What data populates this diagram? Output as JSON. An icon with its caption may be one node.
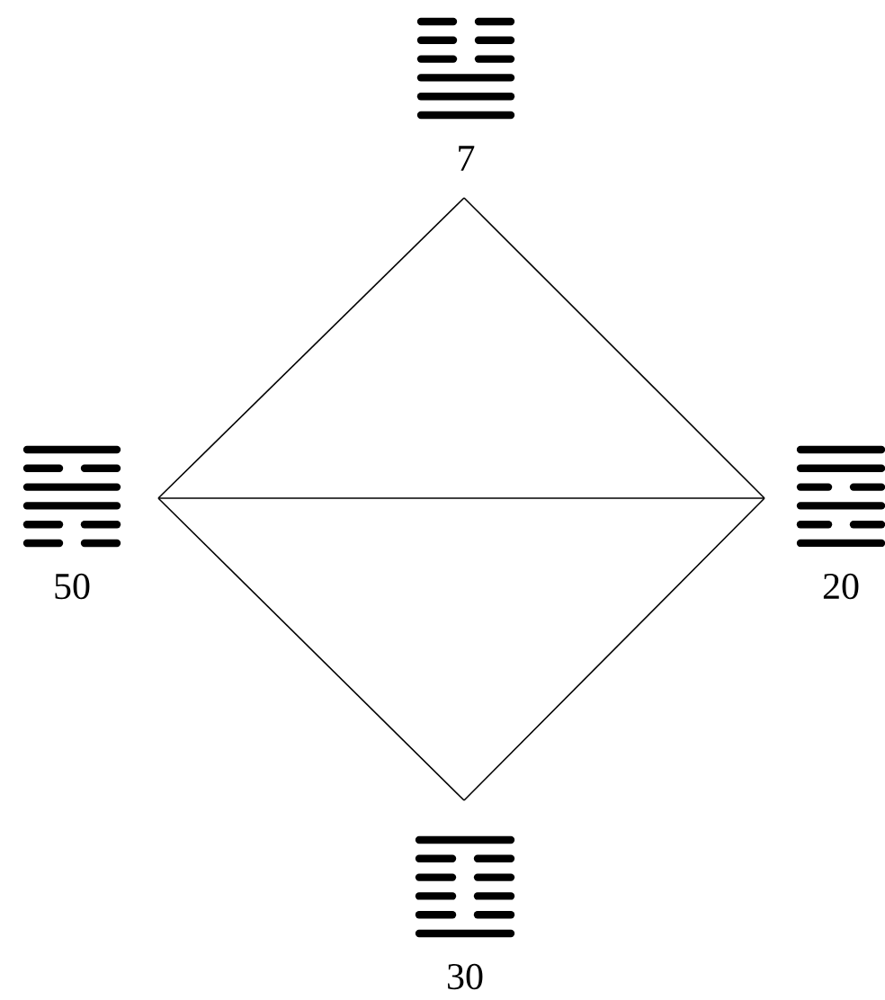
{
  "diagram": {
    "nodes": [
      {
        "text": [
          "7"
        ]
      },
      {
        "text": [
          "50"
        ]
      },
      {
        "text": [
          "20"
        ]
      },
      {
        "text": [
          "30"
        ]
      }
    ],
    "edges": [
      {
        "from": 0,
        "to": 1,
        "arrow": "none"
      },
      {
        "from": 0,
        "to": 2,
        "arrow": "none"
      },
      {
        "from": 1,
        "to": 2,
        "arrow": "none"
      },
      {
        "from": 1,
        "to": 3,
        "arrow": "none"
      },
      {
        "from": 2,
        "to": 3,
        "arrow": "none"
      }
    ]
  }
}
